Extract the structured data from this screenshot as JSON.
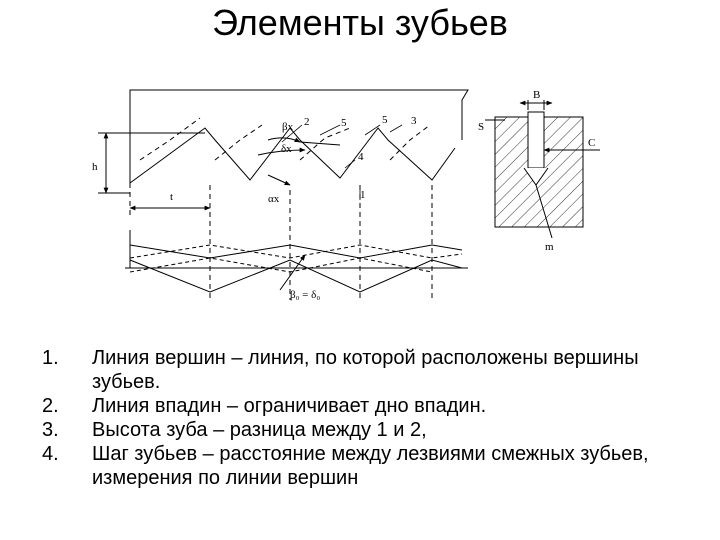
{
  "title": "Элементы зубьев",
  "diagram": {
    "labels": {
      "beta_x": "βx",
      "delta_x": "δx",
      "alpha_x": "αx",
      "n2": "2",
      "n5a": "5",
      "n5b": "5",
      "n3": "3",
      "n4": "4",
      "n1": "1",
      "h": "h",
      "t": "t",
      "B": "B",
      "S": "S",
      "C": "C",
      "m": "m",
      "beta_eq": "β₀ = δ₀"
    }
  },
  "items": [
    {
      "num": "1.",
      "text": "Линия вершин – линия, по которой расположены вершины зубьев."
    },
    {
      "num": "2.",
      "text": "Линия впадин – ограничивает дно впадин."
    },
    {
      "num": "3.",
      "text": "Высота зуба – разница между 1 и 2,"
    },
    {
      "num": "4.",
      "text": "Шаг зубьев – расстояние между лезвиями смежных зубьев, измерения по линии вершин"
    }
  ]
}
